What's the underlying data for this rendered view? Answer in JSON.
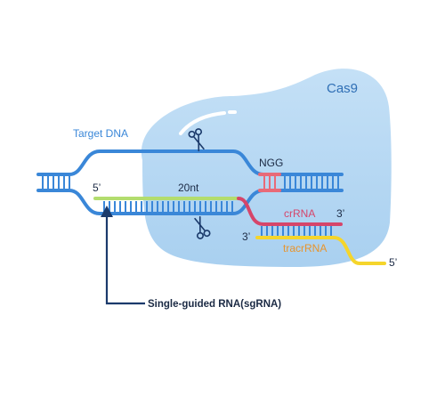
{
  "labels": {
    "cas9": "Cas9",
    "target_dna": "Target DNA",
    "ngg": "NGG",
    "five_prime_left": "5’",
    "twenty_nt": "20nt",
    "crrna": "crRNA",
    "three_prime_right": "3’",
    "three_prime_left": "3’",
    "tracrrna": "tracrRNA",
    "five_prime_tail": "5’",
    "sgrna": "Single-guided RNA(sgRNA)"
  },
  "colors": {
    "dna": "#3a87d8",
    "cas9_fill": "#b4d6f2",
    "cas9_edge": "#9ac4ea",
    "guide": "#b3dd6e",
    "pam": "#e86a78",
    "crrna": "#d6456a",
    "tracrrna": "#f5d52b",
    "arrow": "#1b3a6b",
    "text_dark": "#1b2a44",
    "cas9_text": "#2f6fb5",
    "crrna_text": "#d6456a",
    "tracrrna_text": "#e8942c"
  },
  "icons": [
    "scissors-icon-top",
    "scissors-icon-bottom"
  ]
}
